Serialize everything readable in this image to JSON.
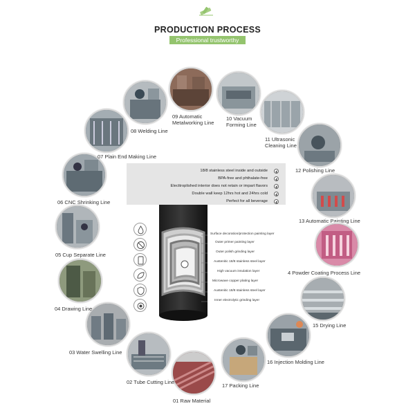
{
  "header": {
    "logo_icon": "pencil-ruler-icon",
    "title": "PRODUCTION PROCESS",
    "subtitle": "Professional trustworthy",
    "accent_color": "#94c46e"
  },
  "steps": [
    {
      "label": "01 Raw Material"
    },
    {
      "label": "02 Tube Cutting Line"
    },
    {
      "label": "03 Water Swelling Line"
    },
    {
      "label": "04 Drawing Line"
    },
    {
      "label": "05 Cup Separate Line"
    },
    {
      "label": "06 CNC Shrinking Line"
    },
    {
      "label": "07 Plain End Making Line"
    },
    {
      "label": "08 Welding Line"
    },
    {
      "label": "09 Automatic Metalworking Line"
    },
    {
      "label": "10 Vacuum Forming Line"
    },
    {
      "label": "11 Ultrasonic Cleaning Line"
    },
    {
      "label": "12 Polishing Line"
    },
    {
      "label": "13 Automatic Painting Line"
    },
    {
      "label": "4 Powder Coating  Process Line"
    },
    {
      "label": "15 Drying Line"
    },
    {
      "label": "16 Injection Molding Line"
    },
    {
      "label": "17 Packing Line"
    }
  ],
  "features": [
    "18/8 stainless steel inside and outside",
    "BPA-free and phthalate-free",
    "Electtroplished interior does not  retain or impart flavors",
    "Double wall keep 12hrs hot and 24hrs cold",
    "Perfect for all beverage"
  ],
  "layers": [
    "Surface decoration/protection painting layer",
    "Outer primer painting layer",
    "Outer polish grinding layer",
    "Austenitic 18/8 stainless steel layer",
    "High vacuum insulation layer",
    "Microwave copper plating layer",
    "Austenitic 18/8 stainless steel layer",
    "Inner electrolytic grinding layer"
  ],
  "feature_icons": [
    "water-drop-icon",
    "no-plastic-icon",
    "cup-icon",
    "leaf-icon",
    "shield-icon",
    "badge-icon"
  ]
}
